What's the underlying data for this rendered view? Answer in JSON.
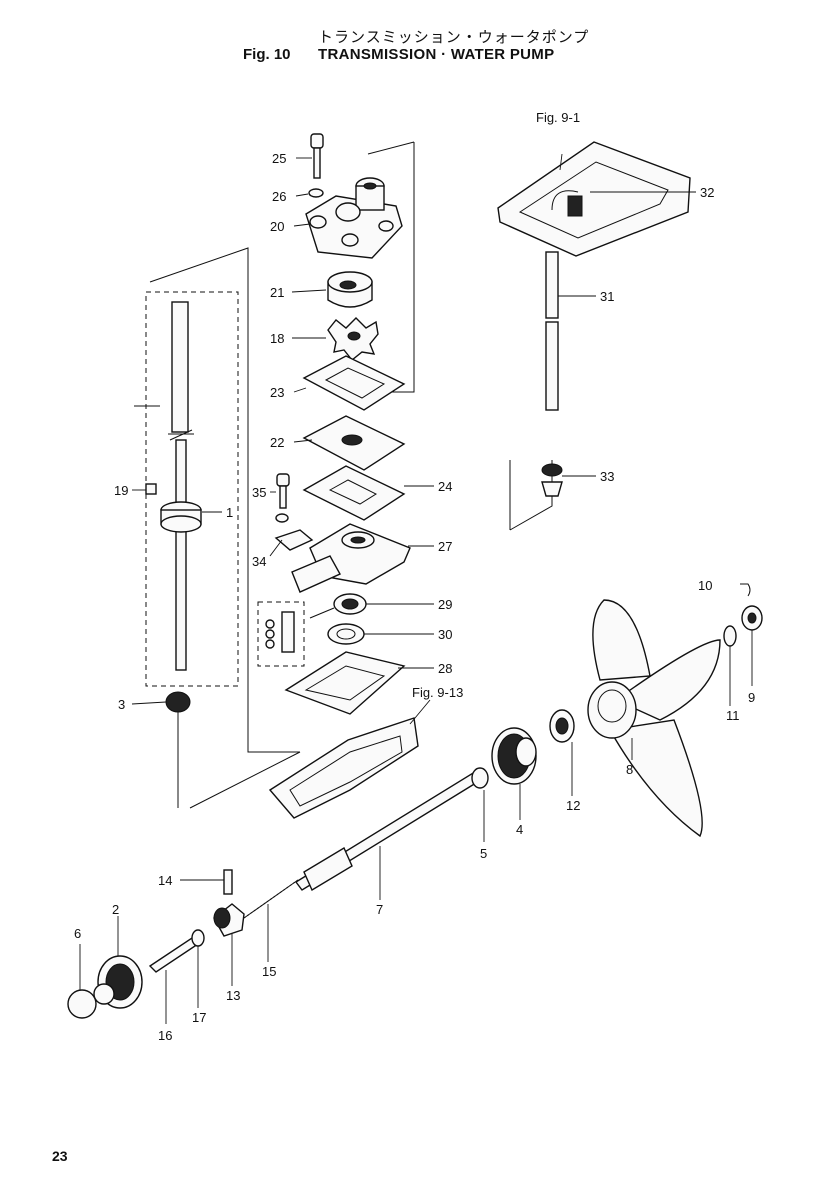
{
  "header": {
    "japanese_title": "トランスミッション・ウォータポンプ",
    "figure_number": "Fig. 10",
    "figure_title": "TRANSMISSION · WATER PUMP"
  },
  "references": {
    "fig_9_1": "Fig. 9-1",
    "fig_9_13": "Fig. 9-13"
  },
  "part_labels": {
    "p1": "1",
    "p2": "2",
    "p3": "3",
    "p4": "4",
    "p5": "5",
    "p6": "6",
    "p7": "7",
    "p8": "8",
    "p9": "9",
    "p10": "10",
    "p11": "11",
    "p12": "12",
    "p13": "13",
    "p14": "14",
    "p15": "15",
    "p16": "16",
    "p17": "17",
    "p18": "18",
    "p19": "19",
    "p20": "20",
    "p21": "21",
    "p22": "22",
    "p23": "23",
    "p24": "24",
    "p25": "25",
    "p26": "26",
    "p27": "27",
    "p28": "28",
    "p29": "29",
    "p30": "30",
    "p31": "31",
    "p32": "32",
    "p33": "33",
    "p34": "34",
    "p35": "35"
  },
  "footer": {
    "page_number": "23"
  }
}
